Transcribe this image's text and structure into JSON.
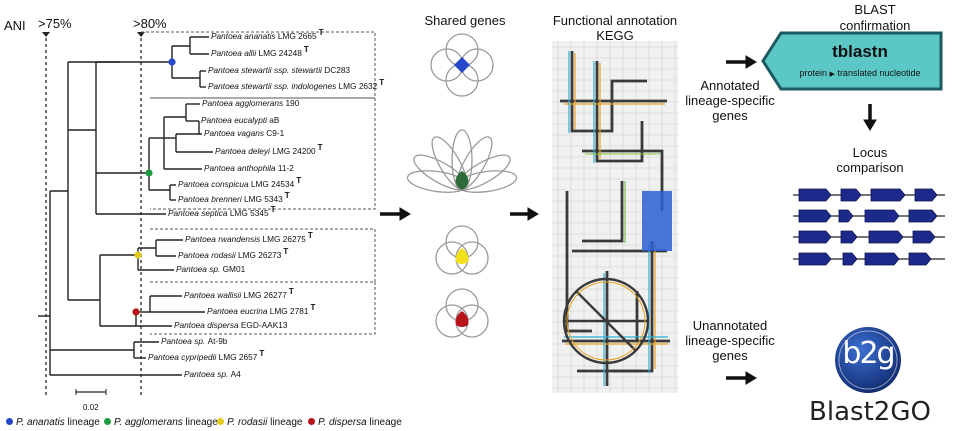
{
  "ani": {
    "label": "ANI",
    "thresh75": ">75%",
    "thresh80": ">80%"
  },
  "tree": {
    "taxa": [
      {
        "name": "Pantoea ananatis",
        "strain": "LMG 2665",
        "type": true
      },
      {
        "name": "Pantoea allii",
        "strain": "LMG 24248",
        "type": true
      },
      {
        "name": "Pantoea stewartii ssp. stewartii",
        "strain": "DC283",
        "type": false
      },
      {
        "name": "Pantoea stewartii ssp. indologenes",
        "strain": "LMG 2632",
        "type": true
      },
      {
        "name": "Pantoea agglomerans",
        "strain": "190",
        "type": false
      },
      {
        "name": "Pantoea eucalypti",
        "strain": "aB",
        "type": false
      },
      {
        "name": "Pantoea vagans",
        "strain": "C9-1",
        "type": false
      },
      {
        "name": "Pantoea deleyi",
        "strain": "LMG 24200",
        "type": true
      },
      {
        "name": "Pantoea anthophila",
        "strain": "11-2",
        "type": false
      },
      {
        "name": "Pantoea conspicua",
        "strain": "LMG 24534",
        "type": true
      },
      {
        "name": "Pantoea brenneri",
        "strain": "LMG 5343",
        "type": true
      },
      {
        "name": "Pantoea septica",
        "strain": "LMG 5345",
        "type": true
      },
      {
        "name": "Pantoea rwandensis",
        "strain": "LMG 26275",
        "type": true
      },
      {
        "name": "Pantoea rodasii",
        "strain": "LMG 26273",
        "type": true
      },
      {
        "name": "Pantoea sp.",
        "strain": "GM01",
        "type": false
      },
      {
        "name": "Pantoea wallisii",
        "strain": "LMG 26277",
        "type": true
      },
      {
        "name": "Pantoea eucrina",
        "strain": "LMG 2781",
        "type": true
      },
      {
        "name": "Pantoea dispersa",
        "strain": "EGD-AAK13",
        "type": false
      },
      {
        "name": "Pantoea sp.",
        "strain": "At-9b",
        "type": false
      },
      {
        "name": "Pantoea cypripedii",
        "strain": "LMG 2657",
        "type": true
      },
      {
        "name": "Pantoea sp.",
        "strain": "A4",
        "type": false
      }
    ],
    "type_mark": "T",
    "scale_label": "0.02"
  },
  "legend": [
    {
      "species": "P. ananatis",
      "suffix": " lineage",
      "color": "#2547c9"
    },
    {
      "species": "P. agglomerans",
      "suffix": " lineage",
      "color": "#1e9b3e"
    },
    {
      "species": "P. rodasii",
      "suffix": " lineage",
      "color": "#e3c91a"
    },
    {
      "species": "P. dispersa",
      "suffix": " lineage",
      "color": "#b8141a"
    }
  ],
  "shared_genes": {
    "title": "Shared genes",
    "fills": [
      "#2547c9",
      "#2f6b3a",
      "#f2e01c",
      "#b8141a"
    ]
  },
  "kegg": {
    "line1": "Functional annotation",
    "line2": "KEGG"
  },
  "blast": {
    "title_line1": "BLAST",
    "title_line2": "confirmation",
    "tool": "tblastn",
    "sub_a": "protein",
    "sub_arrow": "▶",
    "sub_b": "translated nucleotide",
    "color": "#5bc8c6",
    "border": "#1d5b63"
  },
  "annotated": {
    "line1": "Annotated",
    "line2": "lineage-specific",
    "line3": "genes"
  },
  "locus": {
    "line1": "Locus",
    "line2": "comparison",
    "gene_color": "#1d2a8c"
  },
  "unannotated": {
    "line1": "Unannotated",
    "line2": "lineage-specific",
    "line3": "genes"
  },
  "blast2go": {
    "logo_text": "b2g",
    "name": "Blast2GO",
    "logo_color": "#1b3e8f"
  }
}
